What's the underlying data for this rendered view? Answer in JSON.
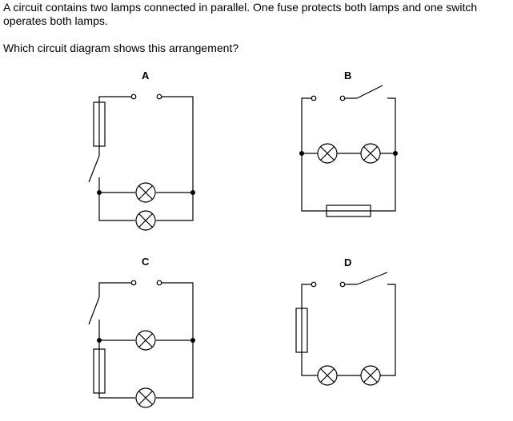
{
  "question": {
    "stem": "A circuit contains two lamps connected in parallel. One fuse protects both lamps and one switch operates both lamps.",
    "prompt": "Which circuit diagram shows this arrangement?"
  },
  "options": [
    {
      "label": "A"
    },
    {
      "label": "B"
    },
    {
      "label": "C"
    },
    {
      "label": "D"
    }
  ]
}
